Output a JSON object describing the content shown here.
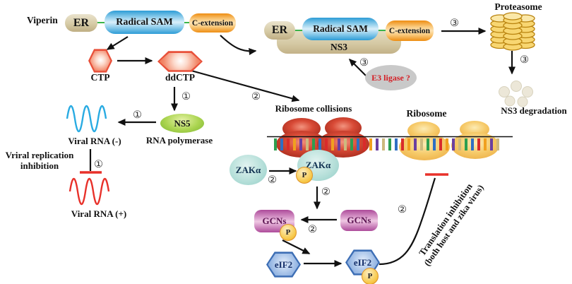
{
  "figure": {
    "steps": {
      "one": "①",
      "two": "②",
      "three": "③"
    },
    "labels": {
      "viperin": "Viperin",
      "er": "ER",
      "radical_sam": "Radical SAM",
      "c_extension": "C-extension",
      "ctp": "CTP",
      "ddctp": "ddCTP",
      "ns3": "NS3",
      "e3_ligase": "E3 ligase ?",
      "proteasome": "Proteasome",
      "ns3_degradation": "NS3 degradation",
      "ns5": "NS5",
      "rna_polymerase": "RNA polymerase",
      "viral_rna_minus": "Viral RNA (-)",
      "viral_rna_plus": "Viral RNA (+)",
      "viral_inhibition_line1": "Vriral replication",
      "viral_inhibition_line2": "inhibition",
      "ribosome_collisions": "Ribosome collisions",
      "ribosome": "Ribosome",
      "zak_alpha": "ZAKα",
      "phospho": "P",
      "gcns": "GCNs",
      "eif2": "eIF2",
      "translation_inhibition_line1": "Translation inhibition",
      "translation_inhibition_line2": "(both host and zika virus)"
    },
    "colors": {
      "radical_sam_blue": "#2d9cd6",
      "c_extension_orange": "#ee8d12",
      "er_tan": "#d6cba6",
      "hexagon_red": "#e8503a",
      "ns5_green": "#8dc63f",
      "ribosome_collision_red": "#c23b2a",
      "ribosome_yellow": "#f5c25c",
      "zak_cyan": "#aadbd5",
      "gcn_magenta": "#c05aa8",
      "eif2_blue": "#6b9bd8",
      "phospho_yellow": "#f7c948",
      "inhibition_red": "#e8312a",
      "viral_rna_minus_blue": "#29abe2",
      "viral_rna_plus_red": "#e8312a",
      "e3_ligase_text_red": "#d42027",
      "connector_green": "#3ab54a",
      "mrna_tick_palette": [
        "#2e9e4f",
        "#2f6fc3",
        "#d92b2b",
        "#f0a01f",
        "#6a3fa0",
        "#cdb97e"
      ]
    }
  }
}
